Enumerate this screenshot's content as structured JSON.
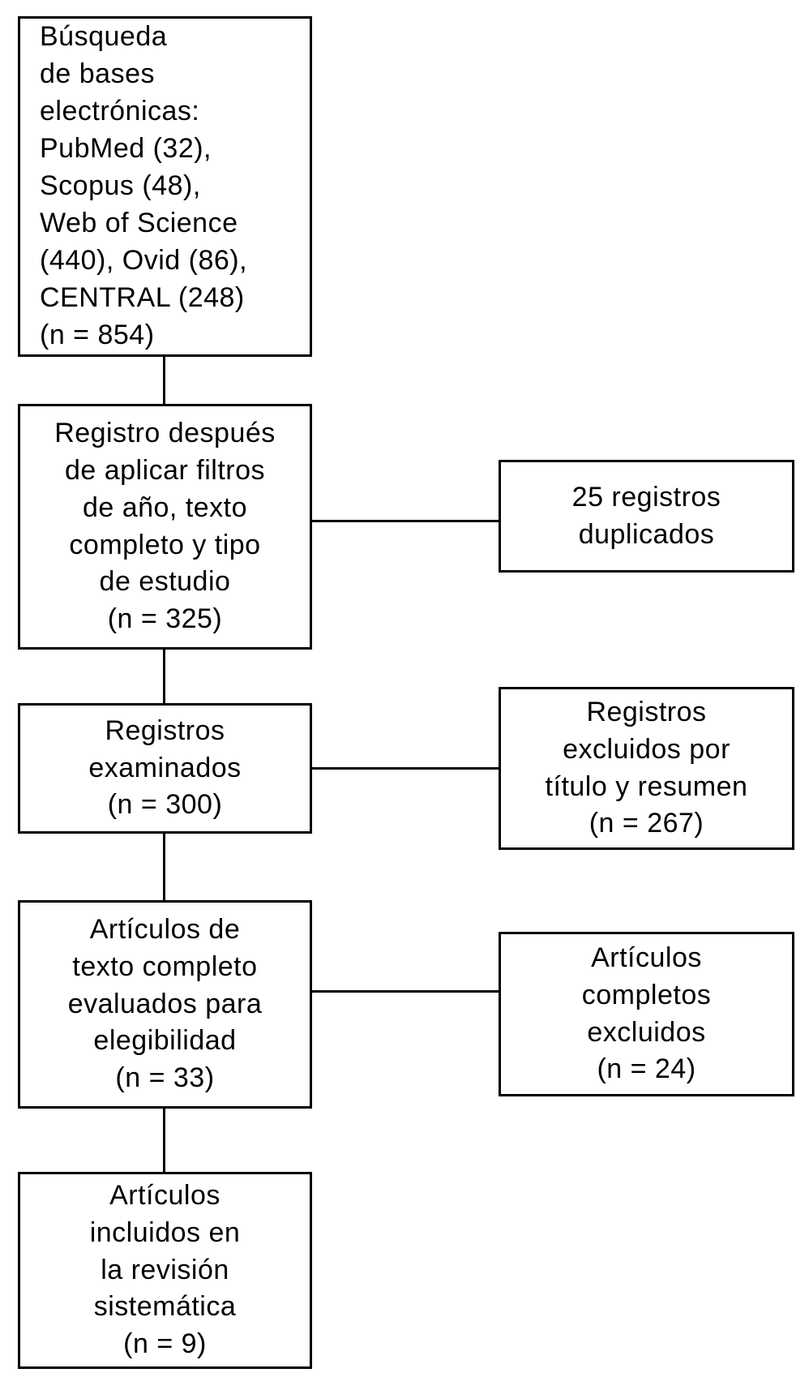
{
  "figure": {
    "type": "flow-diagram",
    "language": "es",
    "colors": {
      "background": "#ffffff",
      "box_border": "#000000",
      "text": "#000000",
      "connector": "#000000"
    },
    "main_flow": [
      {
        "id": "database-search",
        "text": "Búsqueda\nde bases\nelectrónicas:\nPubMed (32),\nScopus (48),\nWeb of Science\n(440), Ovid (86),\nCENTRAL (248)\n(n = 854)",
        "n": 854,
        "sources": [
          {
            "name": "PubMed",
            "count": 32
          },
          {
            "name": "Scopus",
            "count": 48
          },
          {
            "name": "Web of Science",
            "count": 440
          },
          {
            "name": "Ovid",
            "count": 86
          },
          {
            "name": "CENTRAL",
            "count": 248
          }
        ]
      },
      {
        "id": "after-filters",
        "text": "Registro después\nde aplicar filtros\nde año, texto\ncompleto y tipo\nde estudio\n(n = 325)",
        "n": 325
      },
      {
        "id": "records-screened",
        "text": "Registros\nexaminados\n(n = 300)",
        "n": 300
      },
      {
        "id": "fulltext-assessed",
        "text": "Artículos de\ntexto completo\nevaluados para\nelegibilidad\n(n = 33)",
        "n": 33
      },
      {
        "id": "included",
        "text": "Artículos\nincluidos en\nla revisión\nsistemática\n(n = 9)",
        "n": 9
      }
    ],
    "exclusion_flow": [
      {
        "id": "duplicates-removed",
        "text": "25 registros\nduplicados",
        "n": 25
      },
      {
        "id": "excluded-title-abstract",
        "text": "Registros\nexcluidos por\ntítulo y resumen\n(n = 267)",
        "n": 267
      },
      {
        "id": "fulltext-excluded",
        "text": "Artículos\ncompletos\nexcluidos\n(n = 24)",
        "n": 24
      }
    ]
  }
}
